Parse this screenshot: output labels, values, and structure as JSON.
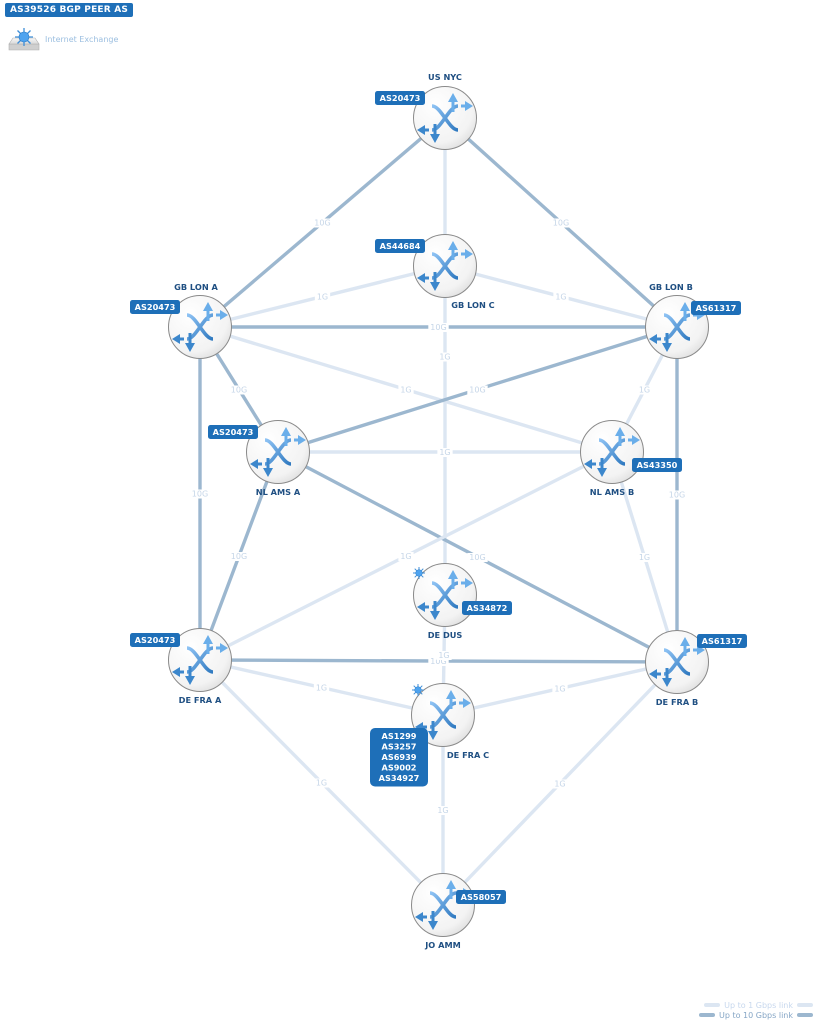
{
  "legend": {
    "title": "AS39526 BGP PEER AS",
    "internet_exchange_label": "Internet Exchange",
    "link_legend": [
      {
        "label": "Up to 1 Gbps link",
        "color": "#dce6f2"
      },
      {
        "label": "Up to 10 Gbps link",
        "color": "#9cb7cf"
      }
    ]
  },
  "colors": {
    "badge": "#1e6fb8",
    "node_label": "#1f4f82",
    "link_1g": "#dce6f2",
    "link_10g": "#9cb7cf",
    "link_label": "#c6d6e8"
  },
  "nodes": [
    {
      "id": "us-nyc",
      "name": "US NYC",
      "as": [
        "AS20473"
      ],
      "ix": false
    },
    {
      "id": "gb-lon-c",
      "name": "GB LON C",
      "as": [
        "AS44684"
      ],
      "ix": false
    },
    {
      "id": "gb-lon-a",
      "name": "GB LON A",
      "as": [
        "AS20473"
      ],
      "ix": false
    },
    {
      "id": "gb-lon-b",
      "name": "GB LON B",
      "as": [
        "AS61317"
      ],
      "ix": false
    },
    {
      "id": "nl-ams-a",
      "name": "NL AMS A",
      "as": [
        "AS20473"
      ],
      "ix": false
    },
    {
      "id": "nl-ams-b",
      "name": "NL AMS B",
      "as": [
        "AS43350"
      ],
      "ix": false
    },
    {
      "id": "de-dus",
      "name": "DE DUS",
      "as": [
        "AS34872"
      ],
      "ix": true
    },
    {
      "id": "de-fra-a",
      "name": "DE FRA A",
      "as": [
        "AS20473"
      ],
      "ix": false
    },
    {
      "id": "de-fra-b",
      "name": "DE FRA B",
      "as": [
        "AS61317"
      ],
      "ix": false
    },
    {
      "id": "de-fra-c",
      "name": "DE FRA C",
      "as": [
        "AS1299",
        "AS3257",
        "AS6939",
        "AS9002",
        "AS34927"
      ],
      "ix": true
    },
    {
      "id": "jo-amm",
      "name": "JO AMM",
      "as": [
        "AS58057"
      ],
      "ix": false
    }
  ],
  "links": [
    {
      "from": "us-nyc",
      "to": "gb-lon-a",
      "speed": "10G"
    },
    {
      "from": "us-nyc",
      "to": "gb-lon-b",
      "speed": "10G"
    },
    {
      "from": "us-nyc",
      "to": "de-dus",
      "speed": "1G"
    },
    {
      "from": "gb-lon-a",
      "to": "gb-lon-c",
      "speed": "1G"
    },
    {
      "from": "gb-lon-c",
      "to": "gb-lon-b",
      "speed": "1G"
    },
    {
      "from": "gb-lon-a",
      "to": "gb-lon-b",
      "speed": "10G"
    },
    {
      "from": "gb-lon-a",
      "to": "nl-ams-b",
      "speed": "1G"
    },
    {
      "from": "gb-lon-a",
      "to": "nl-ams-a",
      "speed": "10G"
    },
    {
      "from": "nl-ams-a",
      "to": "gb-lon-b",
      "speed": "10G"
    },
    {
      "from": "gb-lon-b",
      "to": "nl-ams-b",
      "speed": "1G"
    },
    {
      "from": "gb-lon-a",
      "to": "de-fra-a",
      "speed": "10G"
    },
    {
      "from": "gb-lon-b",
      "to": "de-fra-b",
      "speed": "10G"
    },
    {
      "from": "nl-ams-a",
      "to": "nl-ams-b",
      "speed": "1G"
    },
    {
      "from": "nl-ams-a",
      "to": "de-fra-a",
      "speed": "10G"
    },
    {
      "from": "nl-ams-a",
      "to": "de-fra-b",
      "speed": "10G"
    },
    {
      "from": "nl-ams-b",
      "to": "de-fra-a",
      "speed": "1G"
    },
    {
      "from": "nl-ams-b",
      "to": "de-fra-b",
      "speed": "1G"
    },
    {
      "from": "de-fra-a",
      "to": "de-fra-b",
      "speed": "10G"
    },
    {
      "from": "de-dus",
      "to": "de-fra-c",
      "speed": "1G"
    },
    {
      "from": "de-fra-a",
      "to": "de-fra-c",
      "speed": "1G"
    },
    {
      "from": "de-fra-c",
      "to": "de-fra-b",
      "speed": "1G"
    },
    {
      "from": "de-fra-c",
      "to": "jo-amm",
      "speed": "1G"
    },
    {
      "from": "de-fra-a",
      "to": "jo-amm",
      "speed": "1G"
    },
    {
      "from": "de-fra-b",
      "to": "jo-amm",
      "speed": "1G"
    }
  ]
}
